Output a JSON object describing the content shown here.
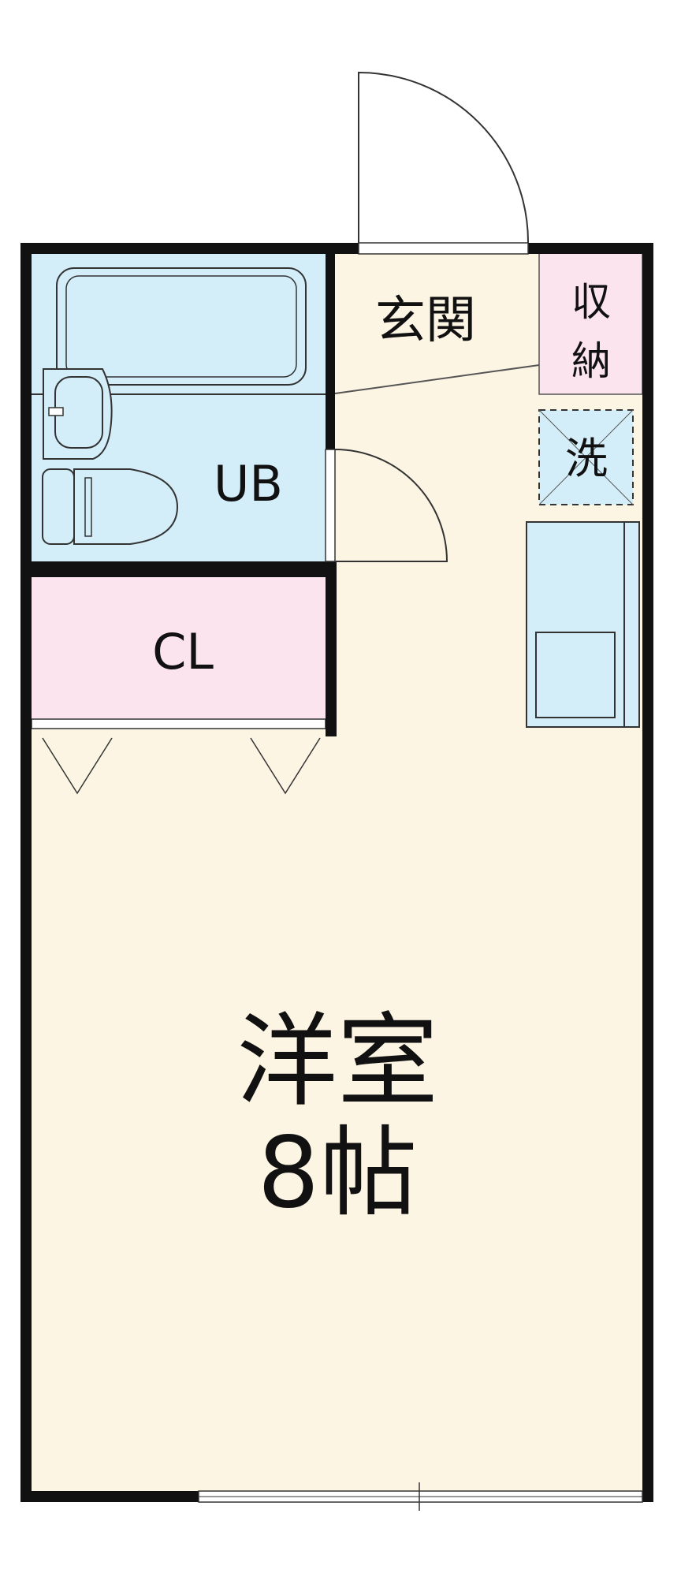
{
  "floor_plan": {
    "rooms": {
      "genkan": {
        "label": "玄関"
      },
      "storage": {
        "label_line1": "収",
        "label_line2": "納"
      },
      "washer": {
        "label": "洗"
      },
      "bath": {
        "label": "UB"
      },
      "closet": {
        "label": "CL"
      },
      "western_room": {
        "label_line1": "洋室",
        "label_line2": "8帖"
      }
    },
    "colors": {
      "wall": "#111111",
      "floor": "#fdf5e3",
      "wet_area": "#d3eef9",
      "storage": "#fbe4ee",
      "fixture_stroke": "#333333"
    }
  }
}
